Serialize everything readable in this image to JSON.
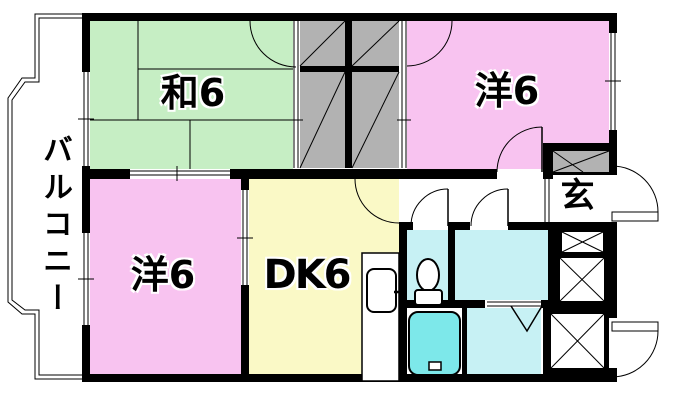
{
  "plan": {
    "type": "apartment-floor-plan",
    "rooms": [
      {
        "id": "washitsu",
        "label": "和6",
        "type": "japanese-tatami-room",
        "size_tatami": 6,
        "color": "#c6eec4"
      },
      {
        "id": "western-top",
        "label": "洋6",
        "type": "western-room",
        "size_tatami": 6,
        "color": "#f8c3f0"
      },
      {
        "id": "western-bottom",
        "label": "洋6",
        "type": "western-room",
        "size_tatami": 6,
        "color": "#f8c3f0"
      },
      {
        "id": "dk",
        "label": "DK6",
        "type": "dining-kitchen",
        "size_tatami": 6,
        "color": "#faf9c6"
      },
      {
        "id": "genkan",
        "label": "玄",
        "type": "entrance",
        "color": "#ffffff"
      },
      {
        "id": "balcony",
        "label": "バルコニー",
        "type": "balcony",
        "color": "#ffffff"
      }
    ],
    "fixtures": [
      {
        "name": "toilet"
      },
      {
        "name": "bathtub"
      },
      {
        "name": "kitchen-counter-sink"
      },
      {
        "name": "closet-hatched",
        "count": 4
      },
      {
        "name": "shoe-cupboard-hatched",
        "count": 1
      },
      {
        "name": "meter-box-x",
        "count": 3
      },
      {
        "name": "hinged-door-arc",
        "count": 8
      },
      {
        "name": "folding-door-v",
        "count": 1
      },
      {
        "name": "sliding-window",
        "count": 3
      }
    ],
    "colors": {
      "wall": "#000000",
      "tatami_green": "#c6eec4",
      "room_pink": "#f8c3f0",
      "dk_yellow": "#faf9c6",
      "water_cyan": "#c7f1f4",
      "bathtub_cyan": "#7de8ea",
      "closet_gray": "#b2b2b2",
      "background": "#ffffff"
    }
  }
}
